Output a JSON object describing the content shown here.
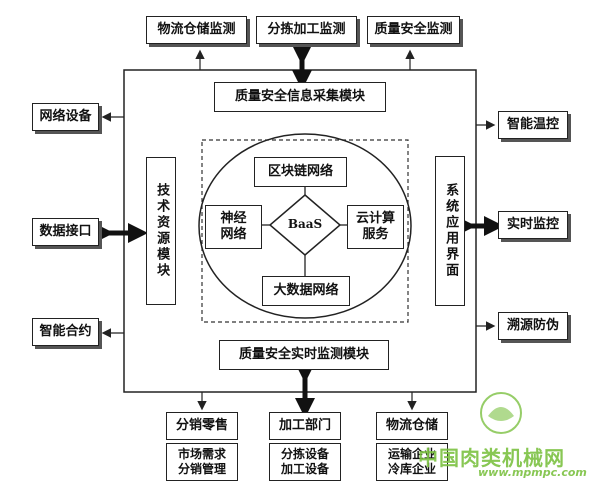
{
  "top": [
    "物流仓储监测",
    "分拣加工监测",
    "质量安全监测"
  ],
  "left": [
    "网络设备",
    "数据接口",
    "智能合约"
  ],
  "right": [
    "智能温控",
    "实时监控",
    "溯源防伪"
  ],
  "inner_top": "质量安全信息采集模块",
  "inner_bottom": "质量安全实时监测模块",
  "inner_left": "技术资源模块",
  "inner_right": "系统应用界面",
  "core": {
    "blockchain": "区块链网络",
    "neural": [
      "神经",
      "网络"
    ],
    "cloud": [
      "云计算",
      "服务"
    ],
    "bigdata": "大数据网络",
    "center": "BaaS"
  },
  "bottom": [
    {
      "title": "分销零售",
      "items": [
        "市场需求",
        "分销管理"
      ]
    },
    {
      "title": "加工部门",
      "items": [
        "分拣设备",
        "加工设备"
      ]
    },
    {
      "title": "物流仓储",
      "items": [
        "运输企业",
        "冷库企业"
      ]
    }
  ],
  "watermark": {
    "text": "中国肉类机械网",
    "url": "www.mpmpc.com"
  }
}
